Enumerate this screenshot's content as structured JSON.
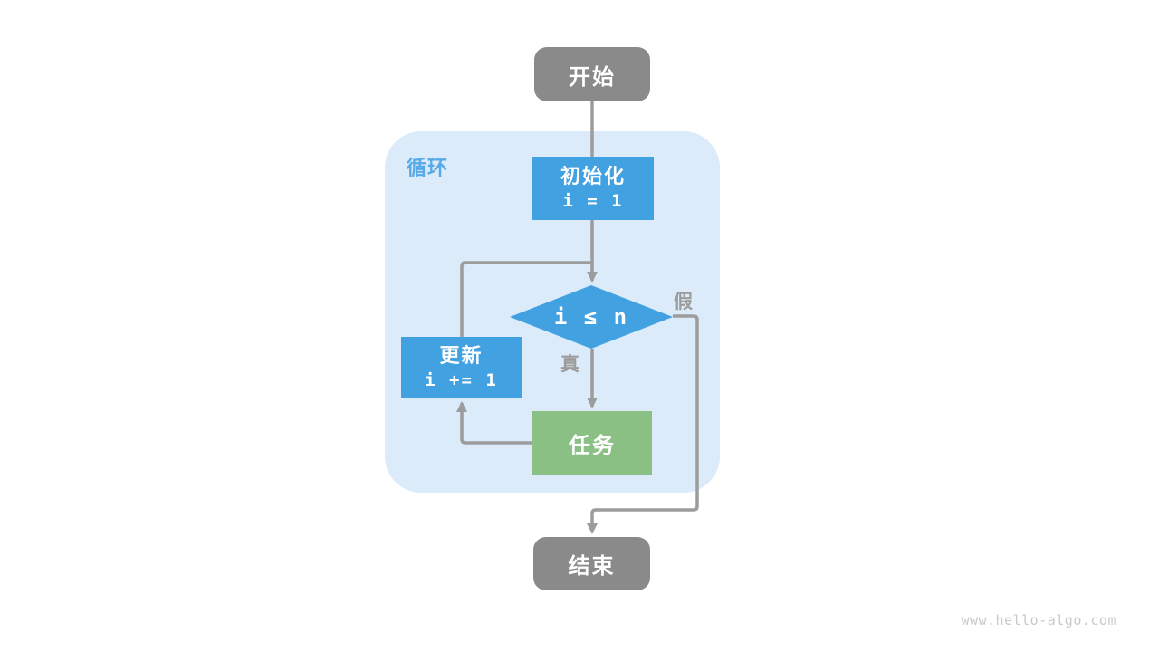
{
  "diagram": {
    "loop_label": "循环",
    "nodes": {
      "start": {
        "label": "开始"
      },
      "init": {
        "title": "初始化",
        "code": "i = 1"
      },
      "condition": {
        "label": "i ≤ n"
      },
      "update": {
        "title": "更新",
        "code": "i += 1"
      },
      "task": {
        "label": "任务"
      },
      "end": {
        "label": "结束"
      }
    },
    "edges": {
      "true_label": "真",
      "false_label": "假"
    },
    "colors": {
      "node_gray": "#8A8A8A",
      "accent_blue": "#41A1E1",
      "green": "#8BC085",
      "container_blue": "#DBEBFA",
      "line_gray": "#9C9C9C",
      "loop_label_blue": "#57A9E8",
      "branch_label_gray": "#9C9C9C",
      "watermark_gray": "#C9C9C9"
    },
    "watermark": "www.hello-algo.com"
  }
}
